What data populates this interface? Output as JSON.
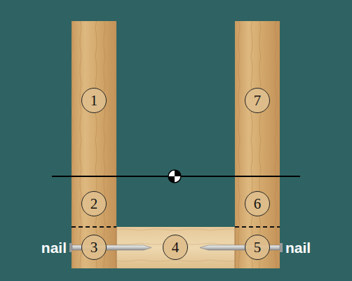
{
  "diagram": {
    "nodes": [
      {
        "text": [
          "1"
        ]
      },
      {
        "text": [
          "7"
        ]
      },
      {
        "text": [
          "2"
        ]
      },
      {
        "text": [
          "6"
        ]
      },
      {
        "text": [
          "3"
        ]
      },
      {
        "text": [
          "4"
        ]
      },
      {
        "text": [
          "5"
        ]
      }
    ],
    "labels": [
      "nail",
      "nail"
    ]
  }
}
